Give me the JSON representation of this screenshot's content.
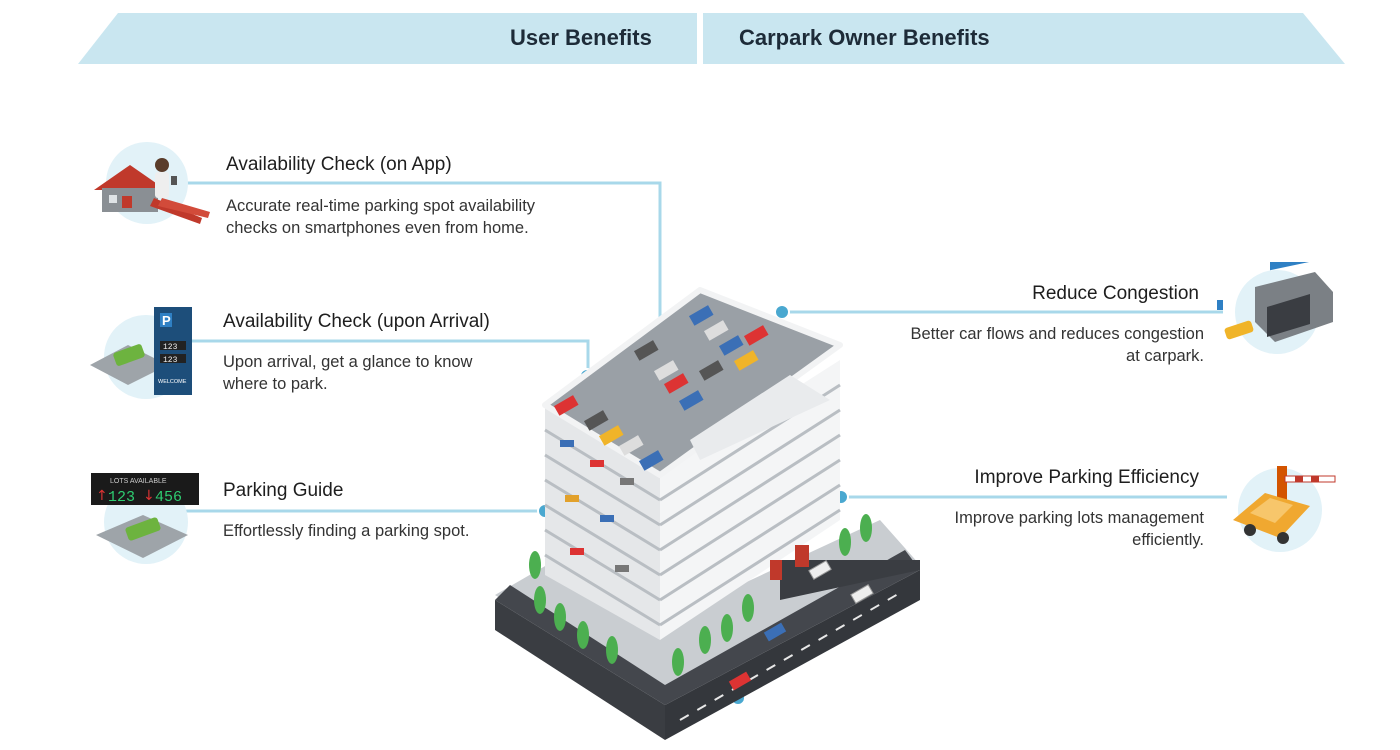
{
  "header": {
    "user_label": "User Benefits",
    "owner_label": "Carpark Owner Benefits"
  },
  "user_benefits": [
    {
      "title": "Availability Check (on App)",
      "description": [
        "Accurate real-time parking spot availability",
        "checks on smartphones even from home."
      ]
    },
    {
      "title": "Availability Check (upon Arrival)",
      "description": [
        "Upon arrival, get a glance to know",
        "where to park."
      ]
    },
    {
      "title": "Parking Guide",
      "description": [
        "Effortlessly finding a parking spot."
      ]
    }
  ],
  "owner_benefits": [
    {
      "title": "Reduce Congestion",
      "description": [
        "Better car flows and reduces congestion",
        "at carpark."
      ]
    },
    {
      "title": "Improve Parking Efficiency",
      "description": [
        "Improve parking lots management",
        "efficiently."
      ]
    }
  ],
  "sign_board": {
    "header": "LOTS AVAILABLE",
    "count_up": "123",
    "count_down": "456"
  },
  "kiosk_sign": {
    "letter": "P",
    "value_1": "123",
    "value_2": "123",
    "welcome": "WELCOME"
  },
  "colors": {
    "banner": "#c9e6f0",
    "connector": "#a8d8ea",
    "dot": "#4aa8d0",
    "icon_circle": "#e2f2f8",
    "building": "#f2f3f4",
    "road": "#3a3d42",
    "tree": "#4caf50"
  },
  "icons": [
    "house-person-icon",
    "parking-kiosk-icon",
    "lots-available-sign-icon",
    "carpark-gate-icon",
    "barrier-car-icon",
    "parking-building-illustration"
  ]
}
